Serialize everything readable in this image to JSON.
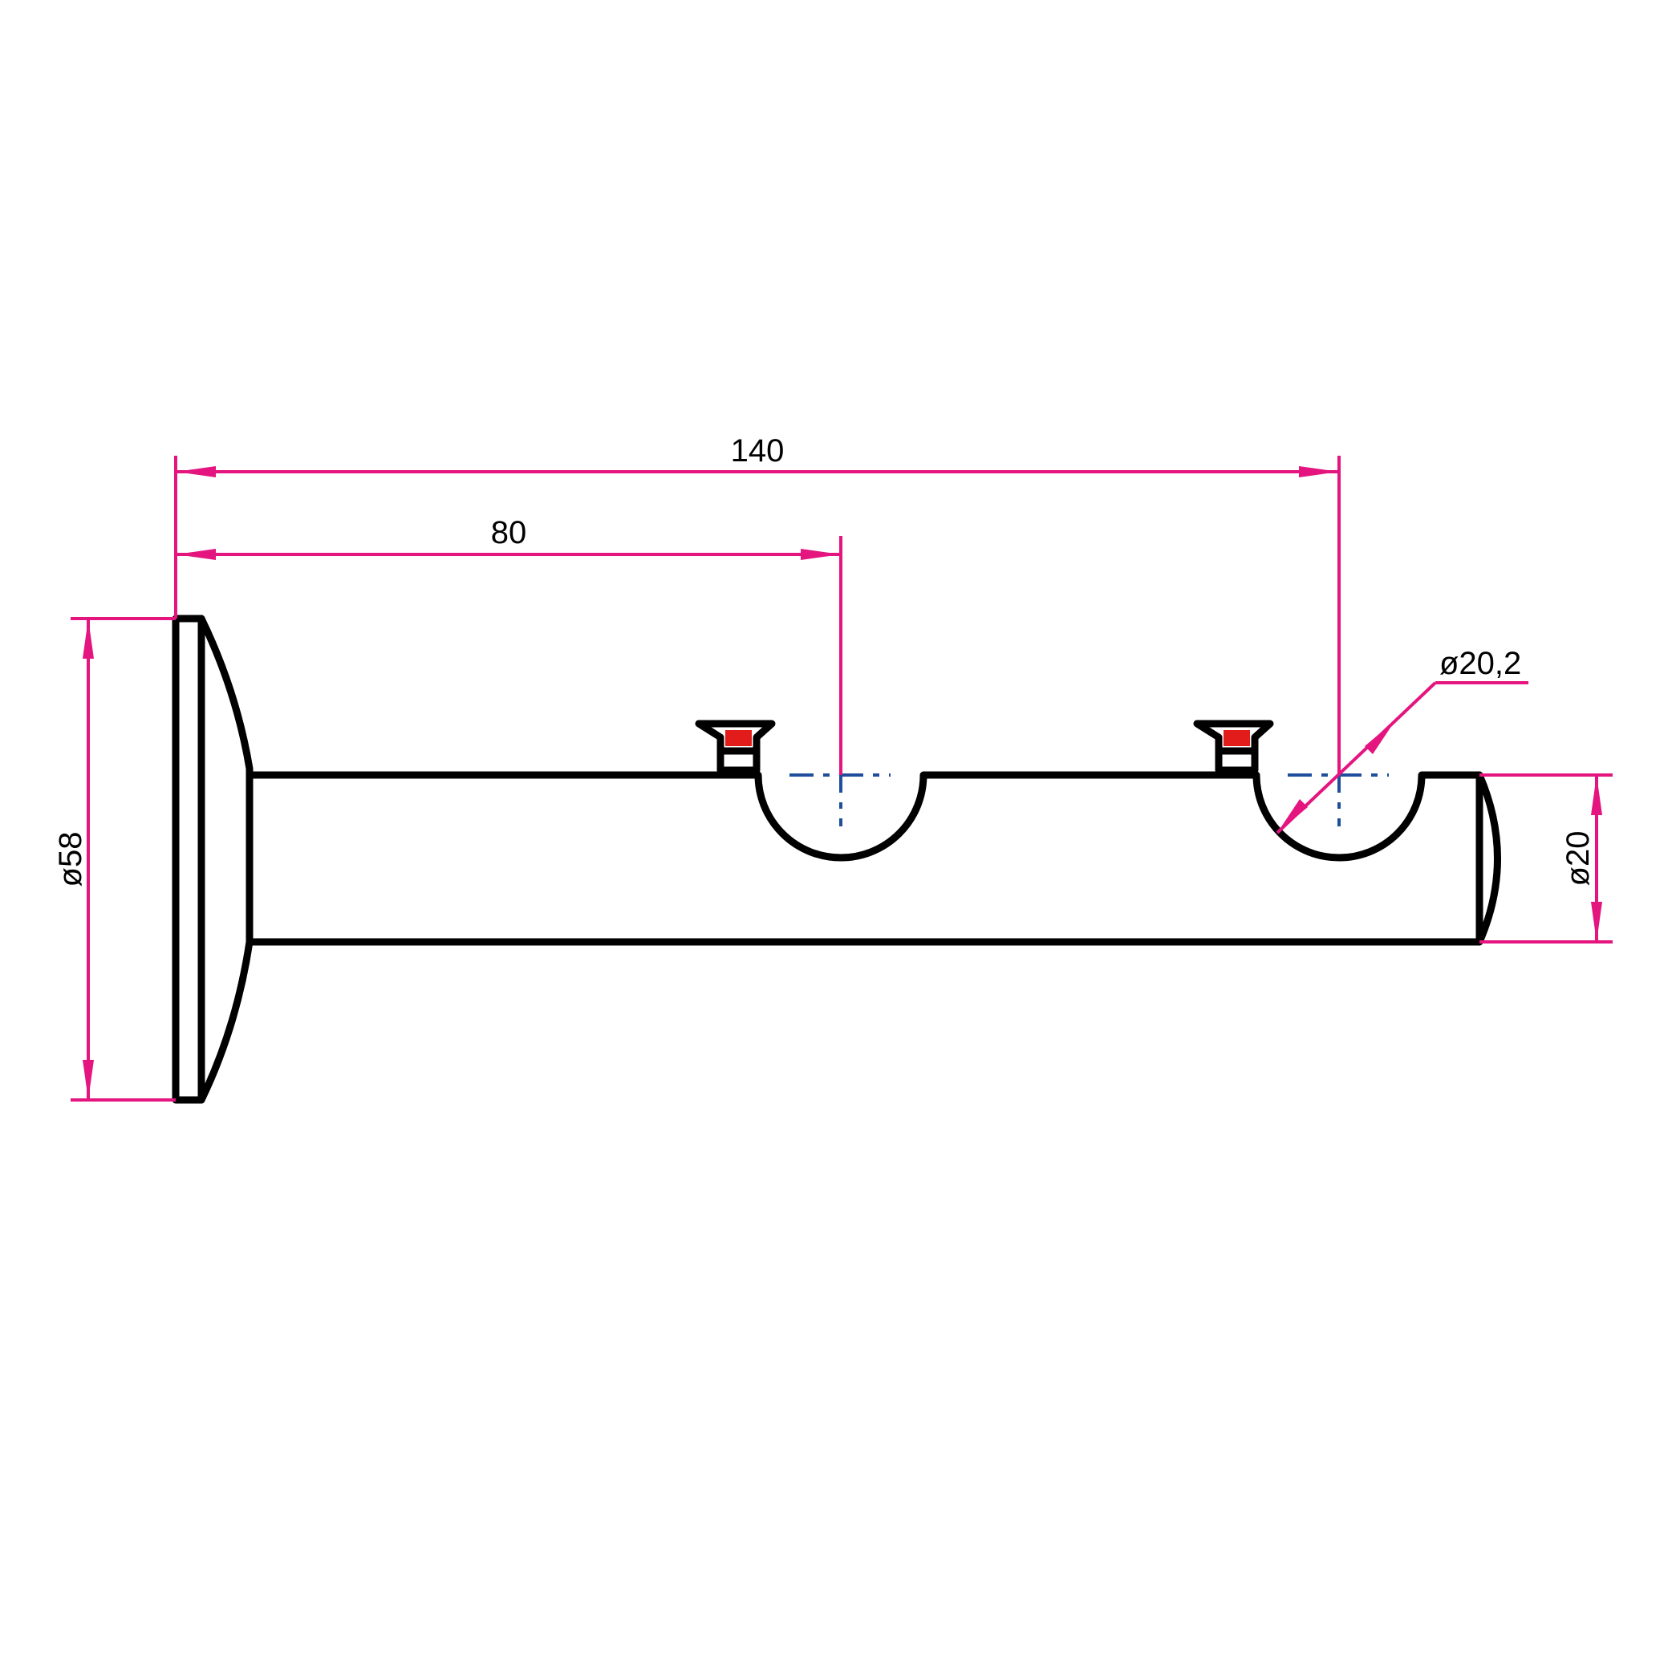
{
  "colors": {
    "part": "#000000",
    "dimension": "#e4157f",
    "centerline": "#1f4f9c",
    "screw": "#e21b1b"
  },
  "dimensions": {
    "overall_length": "140",
    "slot_position": "80",
    "slot_diameter": "ø20,2",
    "base_diameter": "ø58",
    "rod_diameter": "ø20"
  }
}
